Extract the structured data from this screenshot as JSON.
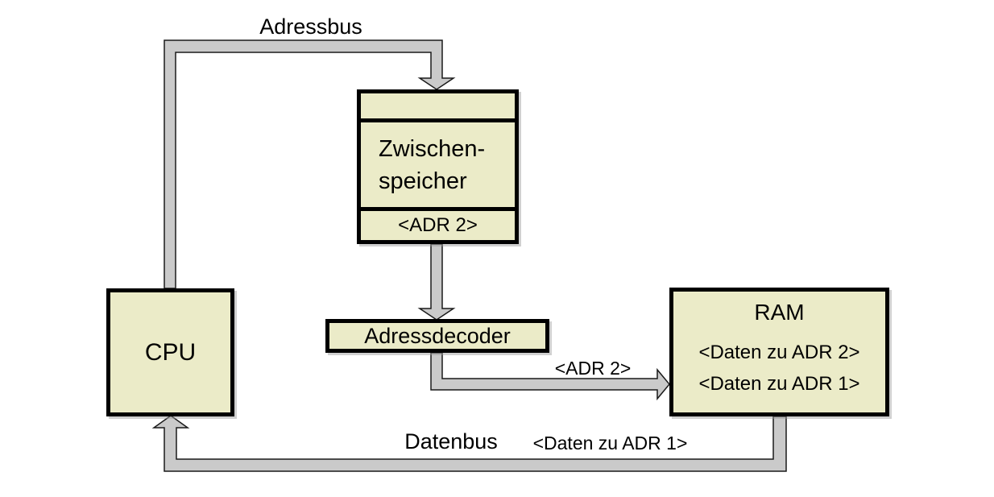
{
  "colors": {
    "box_fill": "#ebebc8",
    "box_border": "#000000",
    "bus_fill": "#cacaca",
    "bus_stroke": "#1a1a1a"
  },
  "nodes": {
    "cpu": {
      "label": "CPU"
    },
    "buffer": {
      "line1": "Zwischen-",
      "line2": "speicher",
      "slot": "<ADR 2>"
    },
    "decoder": {
      "label": "Adressdecoder"
    },
    "ram": {
      "title": "RAM",
      "row1": "<Daten zu ADR 2>",
      "row2": "<Daten zu ADR 1>"
    }
  },
  "bus_labels": {
    "adressbus": "Adressbus",
    "adr2": "<ADR 2>",
    "datenbus": "Datenbus",
    "daten_adr1": "<Daten zu ADR 1>"
  }
}
